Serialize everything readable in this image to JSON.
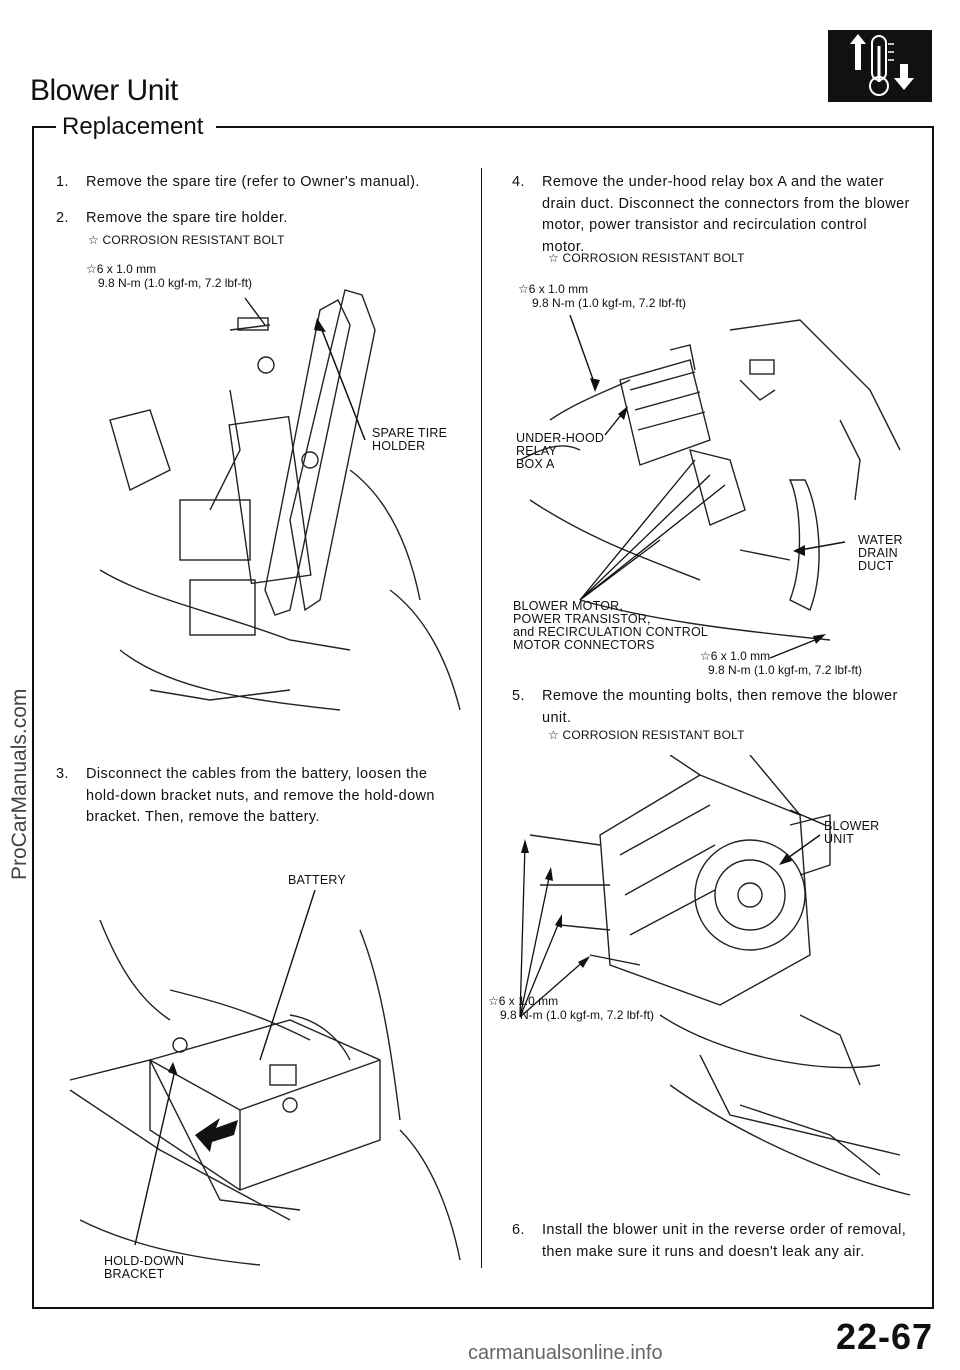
{
  "header": {
    "title": "Blower Unit",
    "section": "Replacement"
  },
  "steps": [
    {
      "num": "1.",
      "text": "Remove the spare tire (refer to Owner's manual)."
    },
    {
      "num": "2.",
      "text": "Remove the spare tire holder."
    },
    {
      "num": "3.",
      "text": "Disconnect the cables from the battery, loosen the hold-down bracket nuts, and remove the hold-down bracket. Then, remove the battery."
    },
    {
      "num": "4.",
      "text": "Remove the under-hood relay box A and the water drain duct. Disconnect the connectors from the blower motor, power transistor and recirculation control motor."
    },
    {
      "num": "5.",
      "text": "Remove the mounting bolts, then remove the blower unit."
    },
    {
      "num": "6.",
      "text": "Install the blower unit in the reverse order of removal, then make sure it runs and doesn't leak any air."
    }
  ],
  "notes": {
    "corrosion": "CORROSION RESISTANT BOLT"
  },
  "specs": {
    "bolt_size": "6 x 1.0 mm",
    "torque": "9.8 N-m (1.0 kgf-m, 7.2 lbf-ft)"
  },
  "labels": {
    "spare_tire_holder": [
      "SPARE TIRE",
      "HOLDER"
    ],
    "battery": "BATTERY",
    "hold_down_bracket": [
      "HOLD-DOWN",
      "BRACKET"
    ],
    "relay_box": [
      "UNDER-HOOD",
      "RELAY",
      "BOX A"
    ],
    "water_drain_duct": [
      "WATER",
      "DRAIN",
      "DUCT"
    ],
    "connectors": [
      "BLOWER MOTOR,",
      "POWER TRANSISTOR,",
      "and RECIRCULATION CONTROL",
      "MOTOR CONNECTORS"
    ],
    "blower_unit": [
      "BLOWER",
      "UNIT"
    ]
  },
  "footer": {
    "page_number": "22-67",
    "watermark_side": "ProCarManuals.com",
    "watermark_bottom": "carmanualsonline.info"
  }
}
